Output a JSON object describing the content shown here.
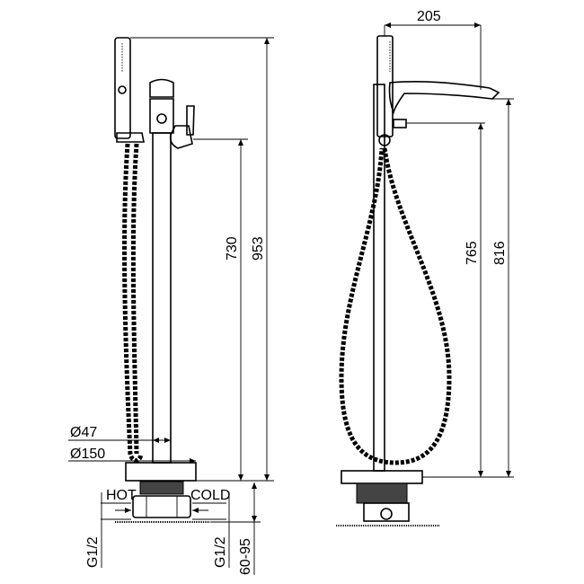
{
  "drawing": {
    "front_view": {
      "dimensions": {
        "height_total": "953",
        "height_outlet": "730",
        "install_depth": "60-95",
        "column_diameter": "Ø47",
        "base_diameter": "Ø150"
      },
      "labels": {
        "hot": "HOT",
        "cold": "COLD",
        "thread_left": "G1/2",
        "thread_right": "G1/2"
      }
    },
    "side_view": {
      "dimensions": {
        "spout_reach": "205",
        "height_inlet": "765",
        "height_spout": "816"
      }
    }
  }
}
